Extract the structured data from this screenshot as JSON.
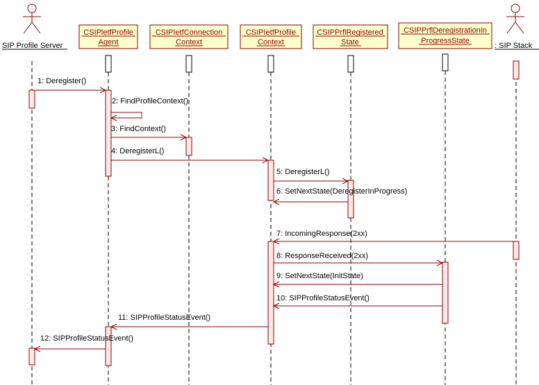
{
  "diagram": {
    "actors": [
      {
        "id": "sps",
        "label": "SIP Profile Server"
      },
      {
        "id": "stack",
        "label": ": SIP Stack"
      }
    ],
    "objects": [
      {
        "id": "agent",
        "line1": "CSIPletfProfile",
        "line2": "Agent"
      },
      {
        "id": "conn",
        "line1": "CSIPIetfConnection",
        "line2": "Context"
      },
      {
        "id": "ctx",
        "line1": "CSIPIetfProfile",
        "line2": "Context"
      },
      {
        "id": "reg",
        "line1": "CSIPPrflRegistered",
        "line2": "State"
      },
      {
        "id": "dereg",
        "line1": "CSIPPrflDeregistrationIn",
        "line2": "ProgressState"
      }
    ],
    "messages": [
      {
        "id": "m1",
        "label": "1: Deregister()"
      },
      {
        "id": "m2",
        "label": "2: FindProfileContext()"
      },
      {
        "id": "m3",
        "label": "3: FindContext()"
      },
      {
        "id": "m4",
        "label": "4: DeregisterL()"
      },
      {
        "id": "m5",
        "label": "5: DeregisterL()"
      },
      {
        "id": "m6",
        "label": "6: SetNextState(DeregisterInProgress)"
      },
      {
        "id": "m7",
        "label": "7: IncomingResponse(2xx)"
      },
      {
        "id": "m8",
        "label": "8: ResponseReceived(2xx)"
      },
      {
        "id": "m9",
        "label": "9: SetNextState(InitState)"
      },
      {
        "id": "m10",
        "label": "10: SIPProfileStatusEvent()"
      },
      {
        "id": "m11",
        "label": "11: SIPProfileStatusEvent()"
      },
      {
        "id": "m12",
        "label": "12: SIPProfileStatusEvent()"
      }
    ]
  }
}
